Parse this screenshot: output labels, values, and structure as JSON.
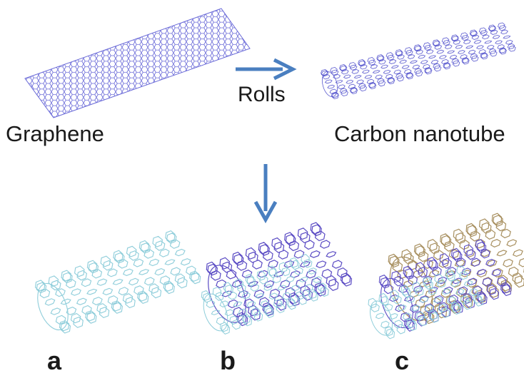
{
  "labels": {
    "graphene": "Graphene",
    "rolls": "Rolls",
    "carbon_nanotube": "Carbon nanotube",
    "panel_a": "a",
    "panel_b": "b",
    "panel_c": "c"
  },
  "colors": {
    "graphene_lattice": "#6a6ad8",
    "nanotube_lattice": "#5a5acf",
    "arrow": "#4a7fc0",
    "inner_wall": "#8ecdda",
    "middle_wall": "#5b4cc4",
    "outer_wall": "#a89060",
    "text": "#1a1a1a"
  },
  "panels": [
    {
      "id": "a",
      "walls": 1
    },
    {
      "id": "b",
      "walls": 2
    },
    {
      "id": "c",
      "walls": 3
    }
  ],
  "icons": {
    "right_arrow": "right-arrow-icon",
    "down_arrow": "down-arrow-icon"
  }
}
